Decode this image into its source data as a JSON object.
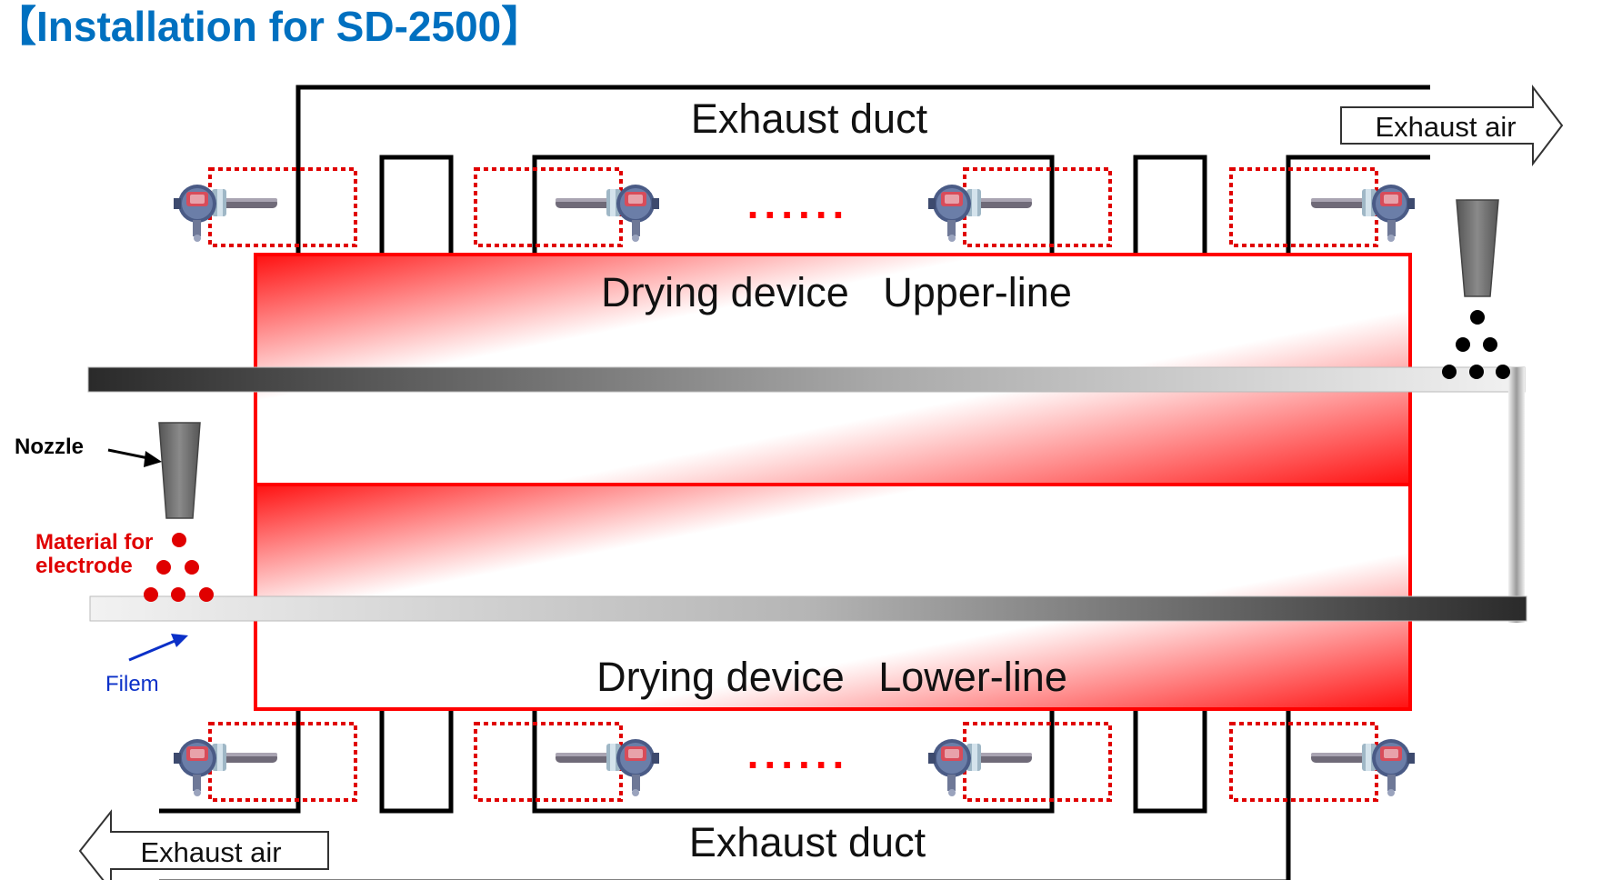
{
  "title": "【Installation for SD-2500】",
  "labels": {
    "exhaust_duct_top": "Exhaust duct",
    "exhaust_duct_bottom": "Exhaust duct",
    "exhaust_air_right": "Exhaust air",
    "exhaust_air_left": "Exhaust  air",
    "dryer_upper": "Drying device   Upper-line",
    "dryer_lower": "Drying device   Lower-line",
    "nozzle": "Nozzle",
    "material_line1": "Material for",
    "material_line2": "electrode",
    "film": "Filem",
    "ellipsis_top": "......",
    "ellipsis_bottom": "......"
  },
  "colors": {
    "title": "#0070c0",
    "dryer_red": "#ff0000",
    "sensor_box": "#e00000",
    "material": "#e00000",
    "film_label": "#0b30c8",
    "nozzle": "#707070"
  },
  "sensors": {
    "icon": "sensor-probe-icon",
    "top_row_count": 4,
    "bottom_row_count": 4
  }
}
